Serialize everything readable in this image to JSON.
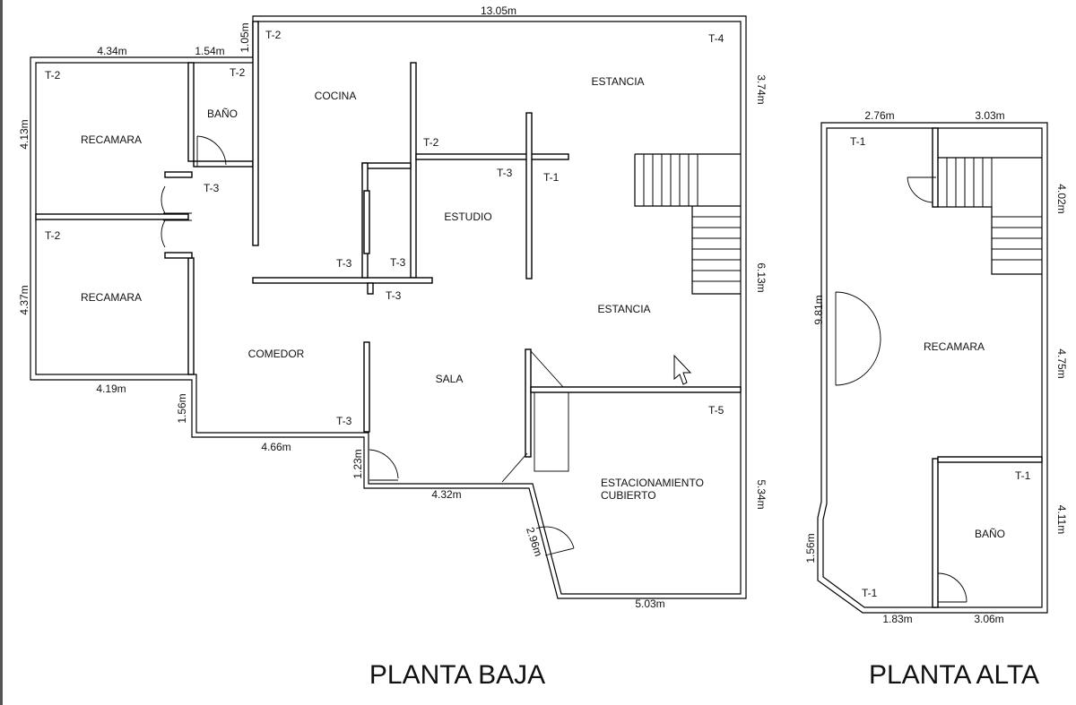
{
  "titles": {
    "ground_floor": "PLANTA BAJA",
    "upper_floor": "PLANTA ALTA"
  },
  "ground_floor": {
    "rooms": {
      "recamara_1": "RECAMARA",
      "recamara_2": "RECAMARA",
      "bano": "BAÑO",
      "cocina": "COCINA",
      "estancia_top": "ESTANCIA",
      "estudio": "ESTUDIO",
      "estancia_mid": "ESTANCIA",
      "comedor": "COMEDOR",
      "sala": "SALA",
      "estacionamiento_1": "ESTACIONAMIENTO",
      "estacionamiento_2": "CUBIERTO"
    },
    "tags": {
      "t_rec1": "T-2",
      "t_bano": "T-2",
      "t_cocina": "T-2",
      "t_estancia": "T-4",
      "t_rec2": "T-2",
      "t_hall": "T-3",
      "t_mid": "T-2",
      "t_estudio": "T-3",
      "t_t1": "T-1",
      "t_c1": "T-3",
      "t_c2": "T-3",
      "t_c3": "T-3",
      "t_comedor": "T-3",
      "t_garage": "T-5"
    },
    "dims": {
      "top": "13.05m",
      "left_top": "4.34m",
      "bano_top": "1.54m",
      "step": "1.05m",
      "right_top": "3.74m",
      "left_rec1": "4.13m",
      "right_mid": "6.13m",
      "left_rec2": "4.37m",
      "rec_bottom": "4.19m",
      "comedor_left": "1.56m",
      "comedor_bottom": "4.66m",
      "sala_step": "1.23m",
      "sala_bottom": "4.32m",
      "right_garage": "5.34m",
      "garage_diag": "2.96m",
      "garage_bottom": "5.03m"
    }
  },
  "upper_floor": {
    "rooms": {
      "recamara": "RECAMARA",
      "bano": "BAÑO"
    },
    "tags": {
      "t1_top": "T-1",
      "t1_bano": "T-1",
      "t1_bottom": "T-1"
    },
    "dims": {
      "top_left": "2.76m",
      "top_right": "3.03m",
      "right_top": "4.02m",
      "left": "9.81m",
      "right_mid": "4.75m",
      "right_bottom": "4.11m",
      "diag": "1.56m",
      "bottom_left": "1.83m",
      "bottom_right": "3.06m"
    }
  }
}
